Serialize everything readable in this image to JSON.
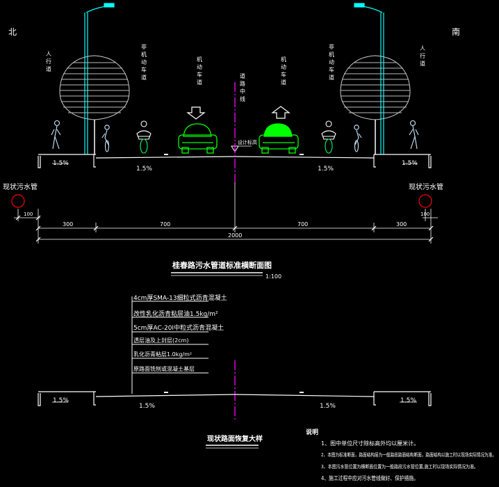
{
  "top_section": {
    "north_label": "北",
    "south_label": "南",
    "lane_labels": {
      "sidewalk_left": "人行道",
      "nonmotor_left": "非机动车道",
      "motor_left": "机动车道",
      "center_line": "道路中线",
      "motor_right": "机动车道",
      "nonmotor_right": "非机动车道",
      "sidewalk_right": "人行道"
    },
    "design_elevation": "设计标高",
    "slopes": {
      "left_walk": "1.5%",
      "left_road": "1.5%",
      "right_road": "1.5%",
      "right_walk": "1.5%"
    },
    "pipe_left": "现状污水管",
    "pipe_right": "现状污水管",
    "dims": {
      "d100_left": "100",
      "d300_left": "300",
      "d700_left": "700",
      "d700_right": "700",
      "d300_right": "300",
      "d100_right": "100",
      "total": "2000"
    },
    "title": "桂春路污水管道标准横断面图",
    "scale": "1:100"
  },
  "pavement_layers": [
    "4cm厚SMA-13细粒式沥青混凝土",
    "改性乳化沥青粘层油1.5kg/m²",
    "5cm厚AC-20I中粒式沥青混凝土",
    "透层油及上封层(2cm)",
    "乳化沥青粘层1.0kg/m²",
    "原路面铣刨或混凝土基层"
  ],
  "bottom_section": {
    "slopes": {
      "left_walk": "1.5%",
      "left_road": "1.5%",
      "right_road": "1.5%",
      "right_walk": "1.5%"
    },
    "title": "现状路面恢复大样"
  },
  "notes": {
    "heading": "说明",
    "items": [
      "1、图中单位尺寸除标高外均以厘米计。",
      "2、本图为标准断面，路面结构层为一般路段路面结构断面，路面结构以施工时以现场实际情况为准。",
      "3、本图污水管位置为横断面位置为一般路段污水管位置,施工时以现场实际情况为准。",
      "4、施工过程中应对污水管线做好、保护措施。"
    ]
  },
  "colors": {
    "background": "#000000",
    "lines": "#ffffff",
    "accent_cyan": "#00ffff",
    "accent_green": "#00ff00",
    "center_line": "#ff00ff",
    "pipe": "#ff0000",
    "text_yellow": "#ffff00"
  }
}
